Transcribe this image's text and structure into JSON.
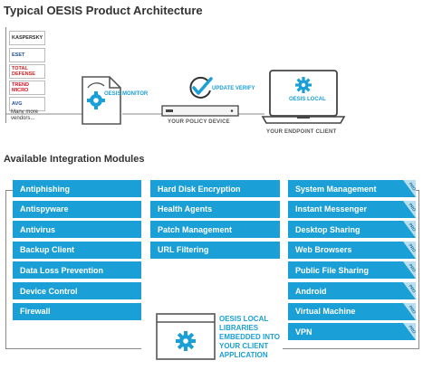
{
  "architecture": {
    "title": "Typical OESIS Product Architecture",
    "vendors": [
      {
        "name": "KASPERSKY",
        "color": "#2b2b2b"
      },
      {
        "name": "ESET",
        "color": "#1f4e8c"
      },
      {
        "name": "TOTAL DEFENSE",
        "color": "#cc2222"
      },
      {
        "name": "TREND MICRO",
        "color": "#d12"
      },
      {
        "name": "AVG",
        "color": "#1e4f9c"
      }
    ],
    "more_vendors": "Many more vendors...",
    "monitor_label": "OESIS MONITOR",
    "update_label": "UPDATE VERIFY",
    "policy_device_label": "YOUR POLICY DEVICE",
    "local_label": "OESIS LOCAL",
    "endpoint_label": "YOUR ENDPOINT CLIENT"
  },
  "modules": {
    "title": "Available Integration Modules",
    "column1": [
      "Antiphishing",
      "Antispyware",
      "Antivirus",
      "Backup Client",
      "Data Loss Prevention",
      "Device Control",
      "Firewall"
    ],
    "column2": [
      "Hard Disk Encryption",
      "Health Agents",
      "Patch Management",
      "URL Filtering"
    ],
    "column3": [
      "System Management",
      "Instant Messenger",
      "Desktop Sharing",
      "Web Browsers",
      "Public File Sharing",
      "Android",
      "Virtual Machine",
      "VPN"
    ],
    "pro_label": "PRO",
    "library_text": "OESIS LOCAL LIBRARIES EMBEDDED INTO YOUR CLIENT APPLICATION",
    "colors": {
      "module": "#1a9fd6",
      "pro": "#b8dff0"
    }
  }
}
